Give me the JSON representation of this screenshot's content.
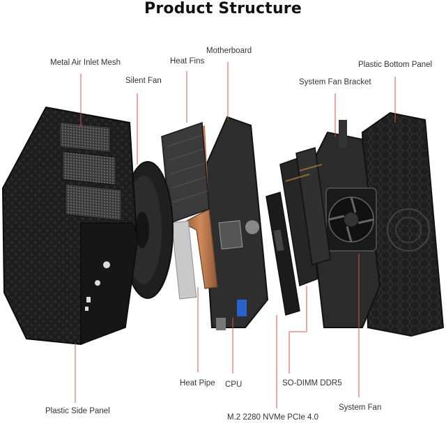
{
  "title": "Product Structure",
  "labels": {
    "metal_air_inlet_mesh": "Metal Air Inlet Mesh",
    "silent_fan": "Silent Fan",
    "heat_fins": "Heat Fins",
    "motherboard": "Motherboard",
    "plastic_bottom_panel": "Plastic Bottom Panel",
    "system_fan_bracket": "System Fan Bracket",
    "heat_pipe": "Heat Pipe",
    "cpu": "CPU",
    "so_dimm": "SO-DIMM DDR5",
    "system_fan": "System Fan",
    "plastic_side_panel": "Plastic Side Panel",
    "m2": "M.2 2280 NVMe PCIe 4.0"
  },
  "colors": {
    "leader_line": "#d9534f",
    "housing": "#1c1c1c",
    "copper": "#b8734a"
  }
}
